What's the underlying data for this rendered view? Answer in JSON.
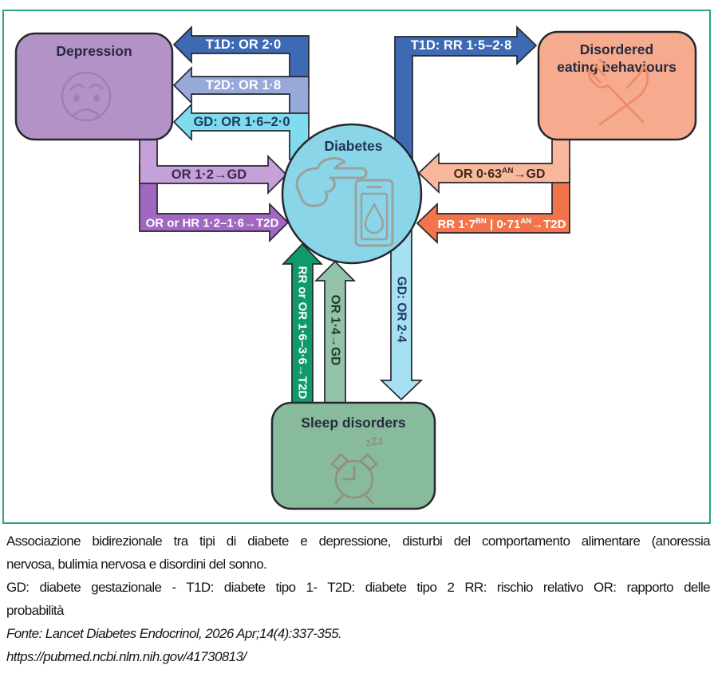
{
  "figure": {
    "nodes": {
      "depression": {
        "label": "Depression"
      },
      "eating": {
        "label_line1": "Disordered",
        "label_line2": "eating behaviours"
      },
      "diabetes": {
        "label": "Diabetes"
      },
      "sleep": {
        "label": "Sleep disorders",
        "zzz": "zZz"
      }
    },
    "arrows": {
      "t1d_to_depression": "T1D: OR 2·0",
      "t2d_to_depression": "T2D: OR 1·8",
      "gd_to_depression": "GD: OR 1·6–2·0",
      "depression_to_gd": "OR 1·2→GD",
      "depression_to_t2d": "OR or HR 1·2–1·6→T2D",
      "t1d_to_eating": "T1D: RR 1·5–2·8",
      "eating_to_gd": {
        "pre": "OR 0·63",
        "sup": "AN",
        "post": "→GD"
      },
      "eating_to_t2d": {
        "p1": "RR 1·7",
        "s1": "BN",
        "p2": " | 0·71",
        "s2": "AN",
        "p3": "→T2D"
      },
      "sleep_to_t2d": "RR or OR 1·6–3·6→T2D",
      "sleep_to_gd": "OR 1·4→GD",
      "diabetes_to_sleep": "GD: OR 2·4"
    },
    "colors": {
      "border_teal": "#2aa287",
      "outline_dark": "#26262e",
      "depression_fill": "#b392c8",
      "depression_icon": "#9e80b6",
      "eating_fill": "#f6aa8e",
      "eating_icon": "#ee8a66",
      "diabetes_fill": "#8bd5e9",
      "diabetes_icon": "#9aa29b",
      "sleep_fill": "#87bb9b",
      "sleep_icon": "#93907a",
      "arrow_dark_blue": "#3d6ab3",
      "arrow_periwinkle": "#97a9d9",
      "arrow_cyan": "#7edcee",
      "arrow_cyan_light": "#a5e0f3",
      "arrow_purple_light": "#c6a0d8",
      "arrow_purple_dark": "#a167c1",
      "arrow_salmon": "#f9b79c",
      "arrow_orange": "#f3744a",
      "arrow_green_dark": "#109a6c",
      "arrow_green_mid": "#92c3a9",
      "title_text": "#262b40",
      "navy_text": "#1d3a5f",
      "white_text": "#ffffff"
    }
  },
  "caption": {
    "lines": [
      "Associazione bidirezionale tra tipi di diabete e depressione, disturbi del comportamento alimentare (anoressia",
      "nervosa, bulimia nervosa e disordini del sonno.",
      "GD: diabete gestazionale - T1D: diabete tipo 1- T2D: diabete tipo 2 RR: rischio relativo OR: rapporto delle",
      "probabilità",
      "Fonte: Lancet Diabetes Endocrinol, 2026 Apr;14(4):337-355.",
      "https://pubmed.ncbi.nlm.nih.gov/41730813/"
    ]
  }
}
